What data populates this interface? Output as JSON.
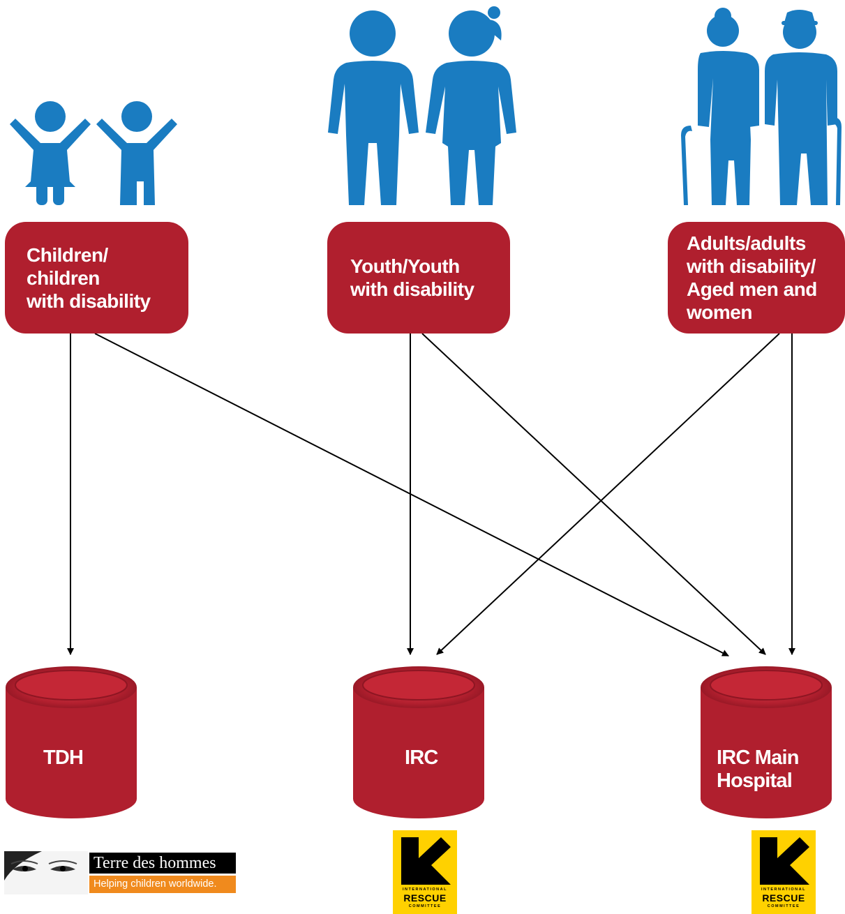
{
  "groups": {
    "children": {
      "label": "Children/\nchildren\nwith disability",
      "icon": "children-icon"
    },
    "youth": {
      "label": "Youth/Youth\nwith disability",
      "icon": "youth-icon"
    },
    "adults": {
      "label": "Adults/adults\nwith disability/\nAged men and\nwomen",
      "icon": "elderly-couple-icon"
    }
  },
  "providers": {
    "tdh": {
      "label": "TDH"
    },
    "irc": {
      "label": "IRC"
    },
    "irc_hospital": {
      "label": "IRC Main\nHospital"
    }
  },
  "logos": {
    "tdh": {
      "name": "Terre des hommes",
      "tagline": "Helping children worldwide."
    },
    "irc_1": {
      "line1": "INTERNATIONAL",
      "line2": "RESCUE",
      "line3": "COMMITTEE"
    },
    "irc_2": {
      "line1": "INTERNATIONAL",
      "line2": "RESCUE",
      "line3": "COMMITTEE"
    }
  },
  "referrals": [
    {
      "from": "Children/children with disability",
      "to": "TDH"
    },
    {
      "from": "Children/children with disability",
      "to": "IRC Main Hospital"
    },
    {
      "from": "Youth/Youth with disability",
      "to": "IRC"
    },
    {
      "from": "Youth/Youth with disability",
      "to": "IRC Main Hospital"
    },
    {
      "from": "Adults/adults with disability/Aged men and women",
      "to": "IRC"
    },
    {
      "from": "Adults/adults with disability/Aged men and women",
      "to": "IRC Main Hospital"
    }
  ],
  "colors": {
    "icon_blue": "#1a7cc1",
    "box_red": "#b01f2e",
    "arrow": "#000000"
  }
}
